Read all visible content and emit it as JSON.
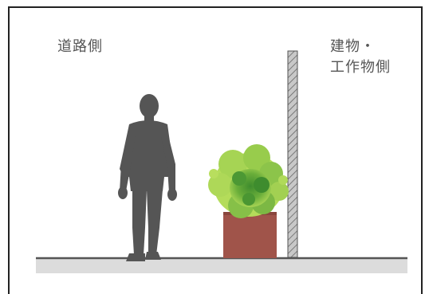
{
  "labels": {
    "road_side": "道路側",
    "building_side_line1": "建物・",
    "building_side_line2": "工作物側"
  },
  "colors": {
    "frame": "#222222",
    "text": "#555555",
    "ground_top": "#555555",
    "ground_fill": "#dcdcdc",
    "person": "#555555",
    "planter": "#a0544a",
    "plant_light": "#9ccc48",
    "plant_dark": "#3e8c2e",
    "wall_fill": "#c8c8c8",
    "wall_hatch": "#666666"
  }
}
